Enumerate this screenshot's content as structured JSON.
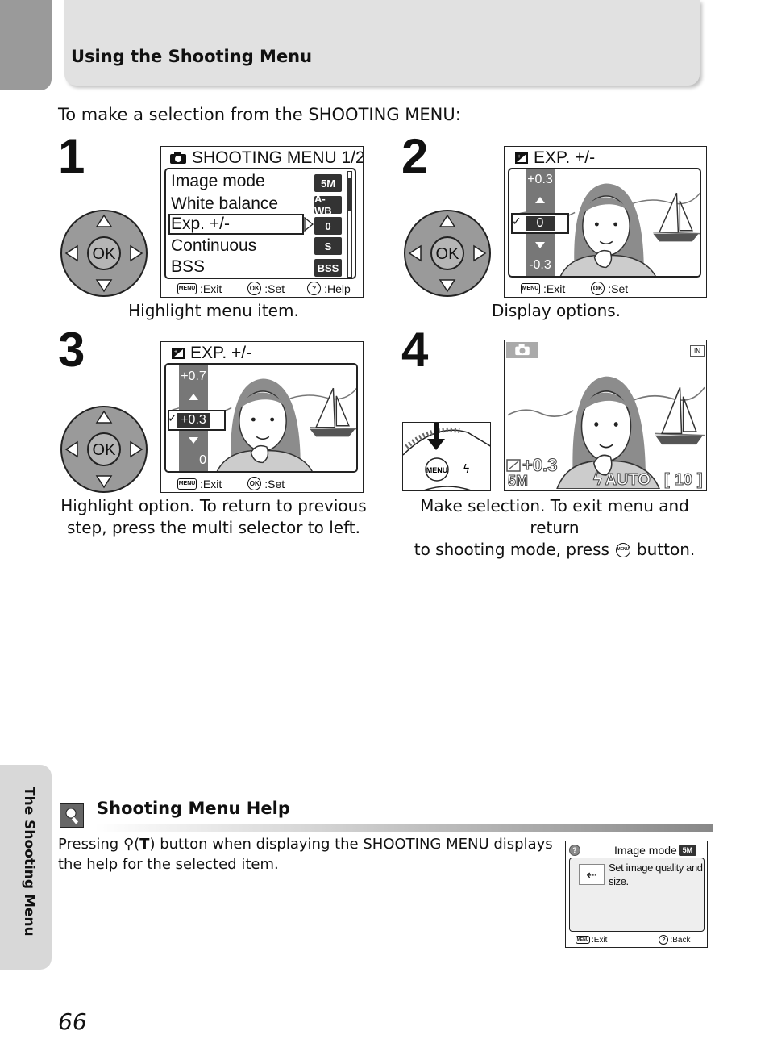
{
  "header": {
    "title": "Using the Shooting Menu"
  },
  "intro": "To make a selection from the SHOOTING MENU:",
  "steps": [
    {
      "number": "1",
      "caption": "Highlight menu item.",
      "screen": {
        "title": "SHOOTING MENU 1/2",
        "items": [
          {
            "label": "Image mode",
            "badge": "5M"
          },
          {
            "label": "White balance",
            "badge": "A-WB"
          },
          {
            "label": "Exp. +/-",
            "badge": "0"
          },
          {
            "label": "Continuous",
            "badge": "S"
          },
          {
            "label": "BSS",
            "badge": "BSS"
          }
        ],
        "footer": {
          "exit": ":Exit",
          "set": ":Set",
          "help": ":Help"
        }
      }
    },
    {
      "number": "2",
      "caption": "Display options.",
      "screen": {
        "title": "EXP. +/-",
        "values": [
          "+0.3",
          "0",
          "-0.3"
        ],
        "footer": {
          "exit": ":Exit",
          "set": ":Set"
        }
      }
    },
    {
      "number": "3",
      "caption_line1": "Highlight option. To return to previous",
      "caption_line2": "step, press the multi selector to left.",
      "screen": {
        "title": "EXP. +/-",
        "values": [
          "+0.7",
          "+0.3",
          "0"
        ],
        "footer": {
          "exit": ":Exit",
          "set": ":Set"
        }
      }
    },
    {
      "number": "4",
      "caption_line1": "Make selection. To exit menu and return",
      "caption_line2_a": "to shooting mode, press",
      "caption_line2_b": "button.",
      "screen": {
        "exposure": "+0.3",
        "mode": "5M",
        "flash": "AUTO",
        "frames": "10",
        "memory": "IN"
      },
      "camera_button": "MENU"
    }
  ],
  "icons": {
    "ok_label": "OK",
    "menu_label": "MENU",
    "help_label": "?"
  },
  "side_tab": "The Shooting Menu",
  "help_section": {
    "title": "Shooting Menu Help",
    "text_a": "Pressing",
    "text_t": "T",
    "text_b": ") button when displaying the SHOOTING MENU displays the help for the selected item.",
    "screen": {
      "title": "Image mode",
      "badge": "5M",
      "text": "Set image quality and size.",
      "exit": ":Exit",
      "back": ":Back"
    }
  },
  "page_number": "66"
}
